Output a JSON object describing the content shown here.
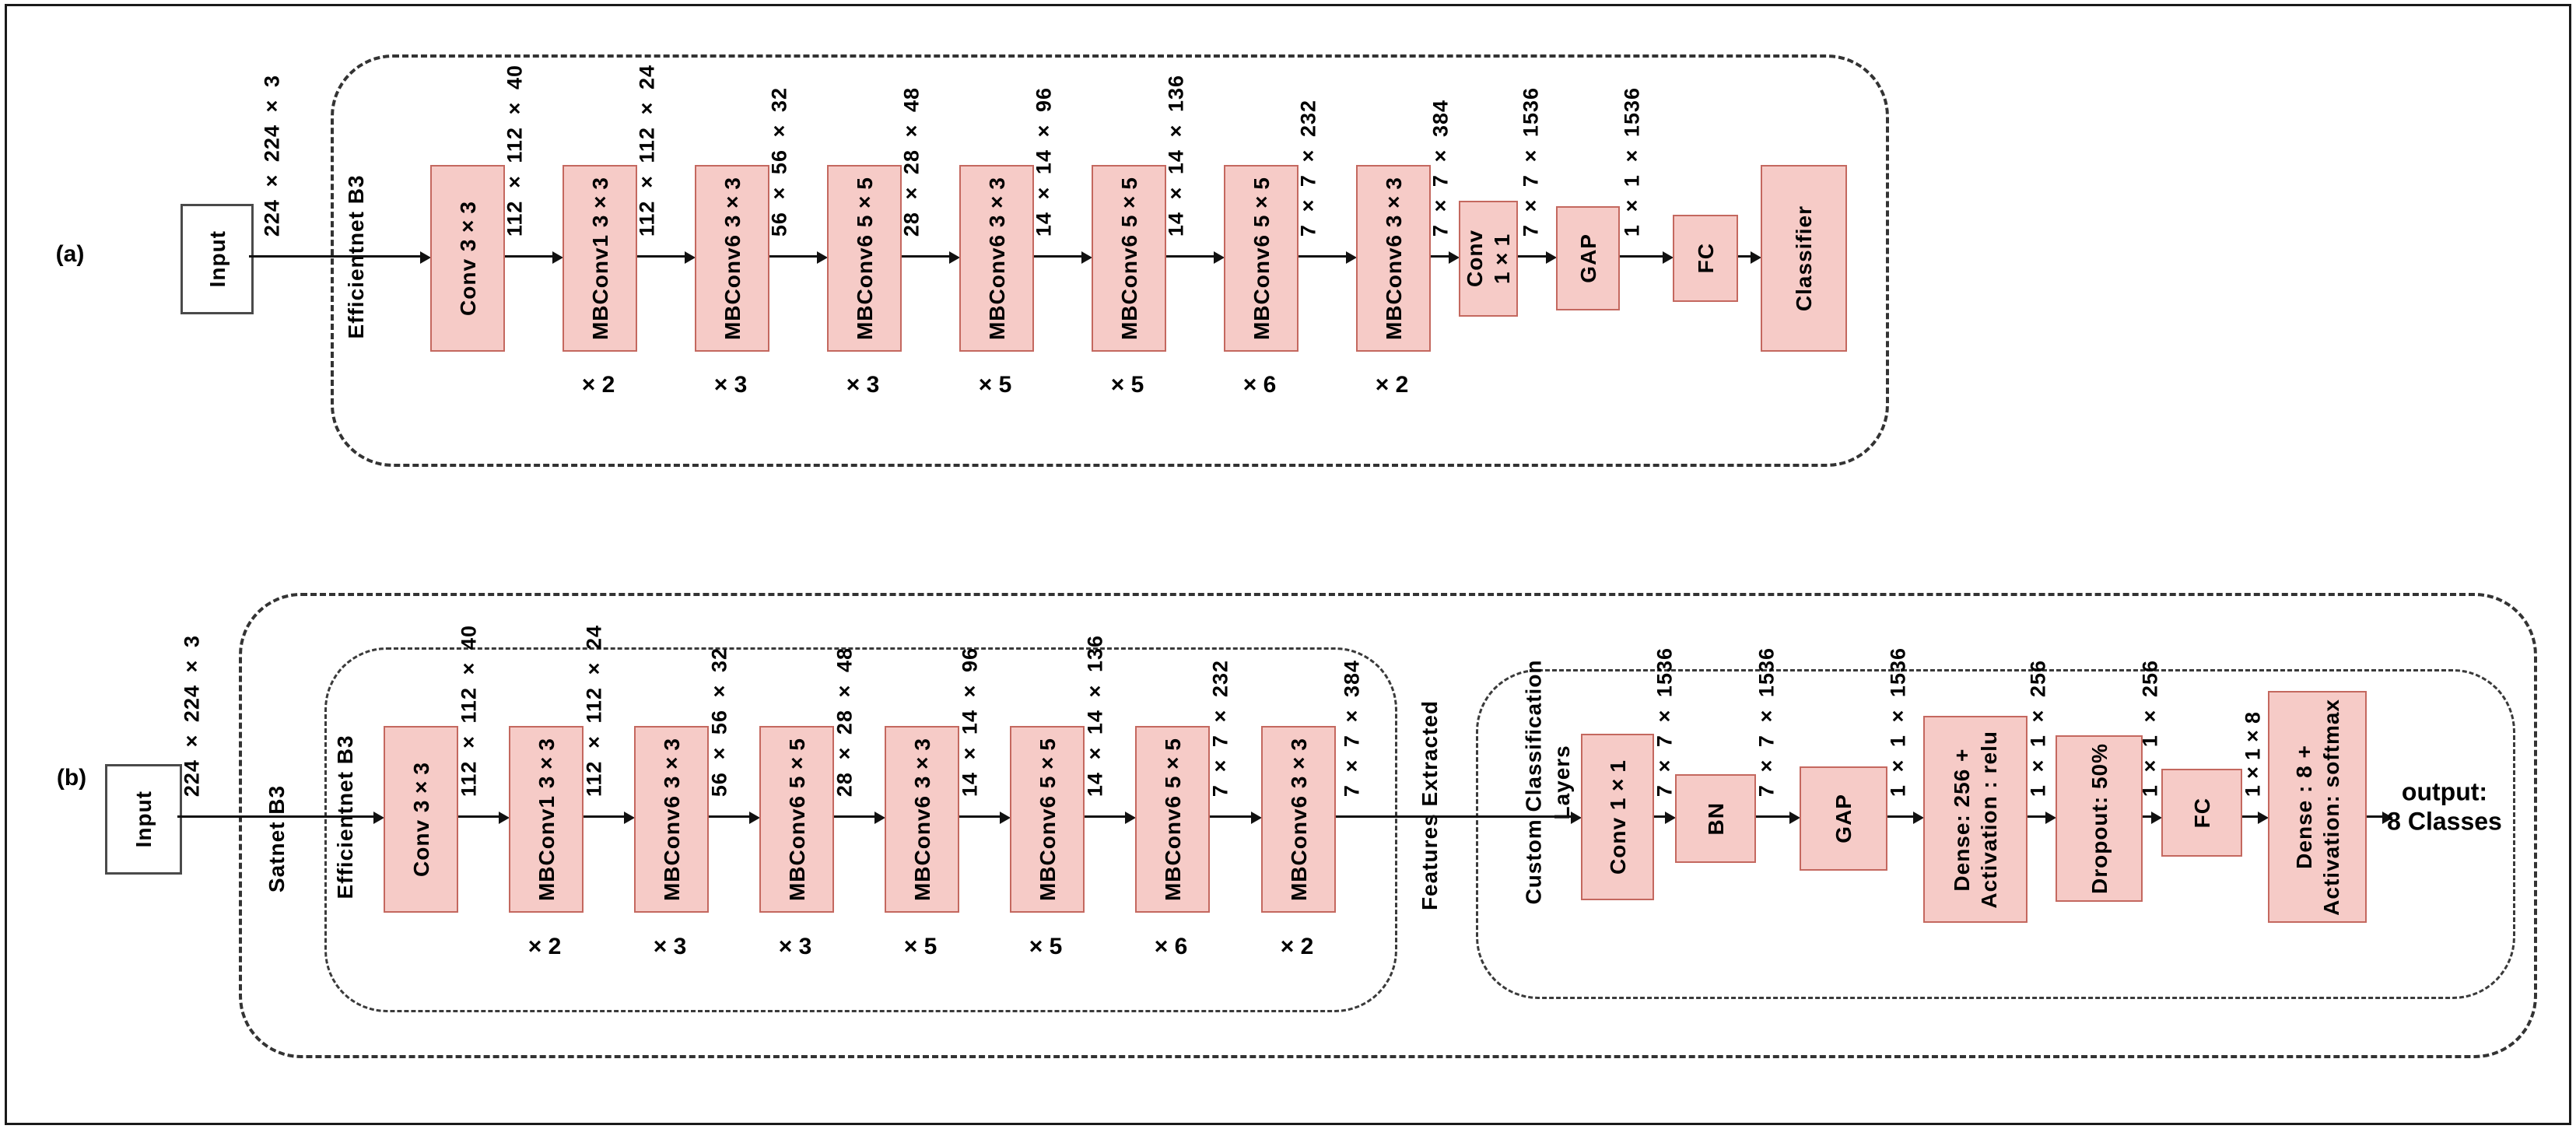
{
  "figure": {
    "colors": {
      "block_fill": "#f6cbc7",
      "block_border": "#c4685f",
      "dash_color": "#3a3a3a",
      "line_color": "#111111"
    },
    "panel_a": {
      "label": "(a)",
      "input": "Input",
      "input_dim": "224 × 224 × 3",
      "container_label": "Efficientnet B3",
      "blocks": [
        {
          "label": "Conv 3×3",
          "out_dim": "112 × 112 × 40"
        },
        {
          "label": "MBConv1 3×3",
          "repeat": "× 2",
          "out_dim": "112 × 112 × 24"
        },
        {
          "label": "MBConv6 3×3",
          "repeat": "× 3",
          "out_dim": "56 × 56 × 32"
        },
        {
          "label": "MBConv6 5×5",
          "repeat": "× 3",
          "out_dim": "28 × 28 × 48"
        },
        {
          "label": "MBConv6 3×3",
          "repeat": "× 5",
          "out_dim": "14 × 14 × 96"
        },
        {
          "label": "MBConv6 5×5",
          "repeat": "× 5",
          "out_dim": "14 × 14 × 136"
        },
        {
          "label": "MBConv6 5×5",
          "repeat": "× 6",
          "out_dim": "7 × 7 × 232"
        },
        {
          "label": "MBConv6 3×3",
          "repeat": "× 2",
          "out_dim": "7 × 7 × 384"
        },
        {
          "label": "Conv 1×1",
          "out_dim": "7 × 7 × 1536"
        },
        {
          "label": "GAP",
          "out_dim": "1 × 1 × 1536"
        },
        {
          "label": "FC"
        },
        {
          "label": "Classifier"
        }
      ]
    },
    "panel_b": {
      "label": "(b)",
      "input": "Input",
      "input_dim": "224 × 224 × 3",
      "outer_container_label": "Satnet B3",
      "backbone_container_label": "Efficientnet B3",
      "transfer_label": "Features Extracted",
      "head_container_label": "Custom Classification\nLayers",
      "backbone_blocks": [
        {
          "label": "Conv 3×3",
          "out_dim": "112 × 112 × 40"
        },
        {
          "label": "MBConv1 3×3",
          "repeat": "× 2",
          "out_dim": "112 × 112 × 24"
        },
        {
          "label": "MBConv6 3×3",
          "repeat": "× 3",
          "out_dim": "56 × 56 × 32"
        },
        {
          "label": "MBConv6 5×5",
          "repeat": "× 3",
          "out_dim": "28 × 28 × 48"
        },
        {
          "label": "MBConv6 3×3",
          "repeat": "× 5",
          "out_dim": "14 × 14 × 96"
        },
        {
          "label": "MBConv6 5×5",
          "repeat": "× 5",
          "out_dim": "14 × 14 × 136"
        },
        {
          "label": "MBConv6 5×5",
          "repeat": "× 6",
          "out_dim": "7 × 7 × 232"
        },
        {
          "label": "MBConv6 3×3",
          "repeat": "× 2",
          "out_dim": "7 × 7 × 384"
        }
      ],
      "head_blocks": [
        {
          "label": "Conv 1×1",
          "out_dim": "7 × 7 × 1536"
        },
        {
          "label": "BN",
          "out_dim": "7 × 7 × 1536"
        },
        {
          "label": "GAP",
          "out_dim": "1 × 1 × 1536"
        },
        {
          "label": "Dense: 256 +\nActivation : relu",
          "out_dim": "1 × 1 × 256"
        },
        {
          "label": "Dropout: 50%",
          "out_dim": "1 × 1 × 256"
        },
        {
          "label": "FC",
          "out_dim": "1×1×8"
        },
        {
          "label": "Dense : 8 +\nActivation: softmax"
        }
      ],
      "output_label": "output:\n8 Classes"
    }
  }
}
